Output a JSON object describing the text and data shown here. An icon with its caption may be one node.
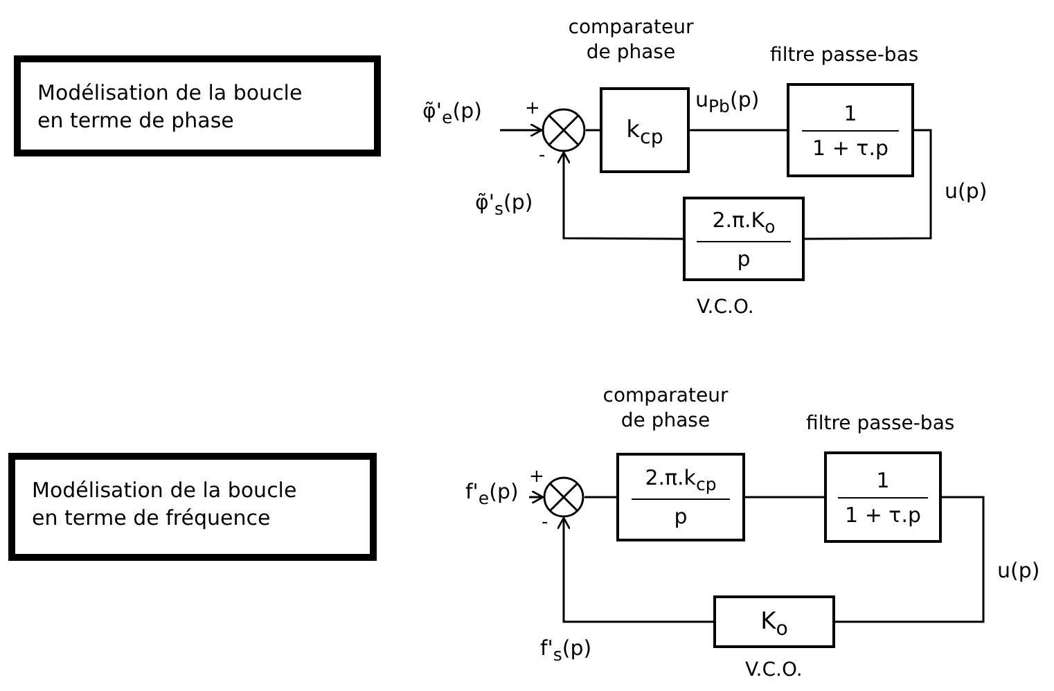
{
  "diagram": {
    "nodes": [
      {
        "text": [
          "Modélisation de la boucle en terme de phase"
        ]
      },
      {
        "text": [
          "φ̃'$_{e}$(p)"
        ]
      },
      {
        "text": [],
        "shape": "circle"
      },
      {
        "text": [
          "k$_{cp}$"
        ],
        "beside": [
          "comparateur de phase"
        ]
      },
      {
        "text": [
          "1",
          "1 + τ.p"
        ],
        "beside": [
          "filtre passe-bas"
        ]
      },
      {
        "text": [
          "2.π.K$_{o}$",
          "p"
        ],
        "beside": [
          "V.C.O."
        ]
      },
      {
        "text": [
          "Modélisation de la boucle en terme de fréquence"
        ]
      },
      {
        "text": [
          "f'$_{e}$(p)"
        ]
      },
      {
        "text": [],
        "shape": "circle"
      },
      {
        "text": [
          "2.π.k$_{cp}$",
          "p"
        ],
        "beside": [
          "comparateur de phase"
        ]
      },
      {
        "text": [
          "1",
          "1 + τ.p"
        ],
        "beside": [
          "filtre passe-bas"
        ]
      },
      {
        "text": [
          "K$_{o}$"
        ],
        "beside": [
          "V.C.O."
        ]
      }
    ],
    "edges": [
      {
        "from": 1,
        "to": 2,
        "arrow": "to"
      },
      {
        "from": 2,
        "to": 3,
        "arrow": "none"
      },
      {
        "from": 3,
        "to": 4,
        "arrow": "none",
        "label": "u$_{Pb}$(p)"
      },
      {
        "from": 4,
        "to": 5,
        "arrow": "none",
        "label": "u(p)"
      },
      {
        "from": 5,
        "to": 2,
        "arrow": "to",
        "label": "φ̃'$_{s}$(p)"
      },
      {
        "from": 7,
        "to": 8,
        "arrow": "to"
      },
      {
        "from": 8,
        "to": 9,
        "arrow": "none"
      },
      {
        "from": 9,
        "to": 10,
        "arrow": "none"
      },
      {
        "from": 10,
        "to": 11,
        "arrow": "none",
        "label": "u(p)"
      },
      {
        "from": 11,
        "to": 8,
        "arrow": "to",
        "label": "f'$_{s}$(p)"
      }
    ],
    "labels": [
      "+",
      "-",
      "+",
      "-"
    ]
  }
}
